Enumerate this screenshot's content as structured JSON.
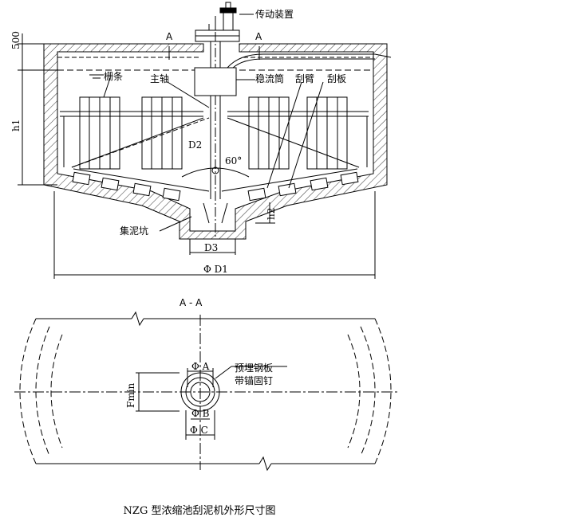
{
  "elevation": {
    "labels": {
      "drive": "传动装置",
      "section_mark": "A",
      "dim_500": "500",
      "dim_h1": "h1",
      "grille": "栅条",
      "main_shaft": "主轴",
      "stabilizer": "稳流筒",
      "scraper_arm": "刮臂",
      "scraper_plate": "刮板",
      "d2": "D2",
      "angle": "60°",
      "h2": "h2",
      "sludge_pit": "集泥坑",
      "d3": "D3",
      "d1": "Φ D1"
    }
  },
  "section": {
    "labels": {
      "title": "A - A",
      "phi_a": "Φ A",
      "plate_1": "预埋钢板",
      "plate_2": "带锚固钉",
      "fmin": "Fmin",
      "phi_b": "Φ B",
      "phi_c": "Φ C"
    }
  },
  "caption": "NZG 型浓缩池刮泥机外形尺寸图",
  "colors": {
    "line": "#000000",
    "background": "#ffffff"
  }
}
